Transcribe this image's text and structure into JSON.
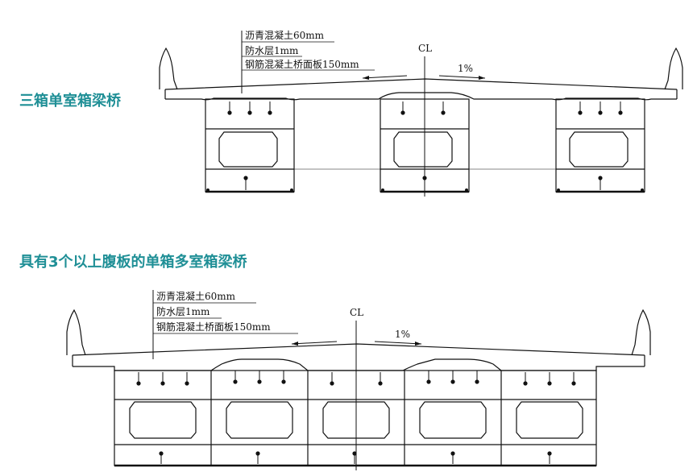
{
  "figure1": {
    "title": "三箱单室箱梁桥",
    "layers": [
      "沥青混凝土60mm",
      "防水层1mm",
      "钢筋混凝土桥面板150mm"
    ],
    "centerline": "CL",
    "slope": "1%"
  },
  "figure2": {
    "title": "具有3个以上腹板的单箱多室箱梁桥",
    "layers": [
      "沥青混凝土60mm",
      "防水层1mm",
      "钢筋混凝土桥面板150mm"
    ],
    "centerline": "CL",
    "slope": "1%"
  },
  "colors": {
    "title": "#1f8f96",
    "line": "#111111"
  }
}
